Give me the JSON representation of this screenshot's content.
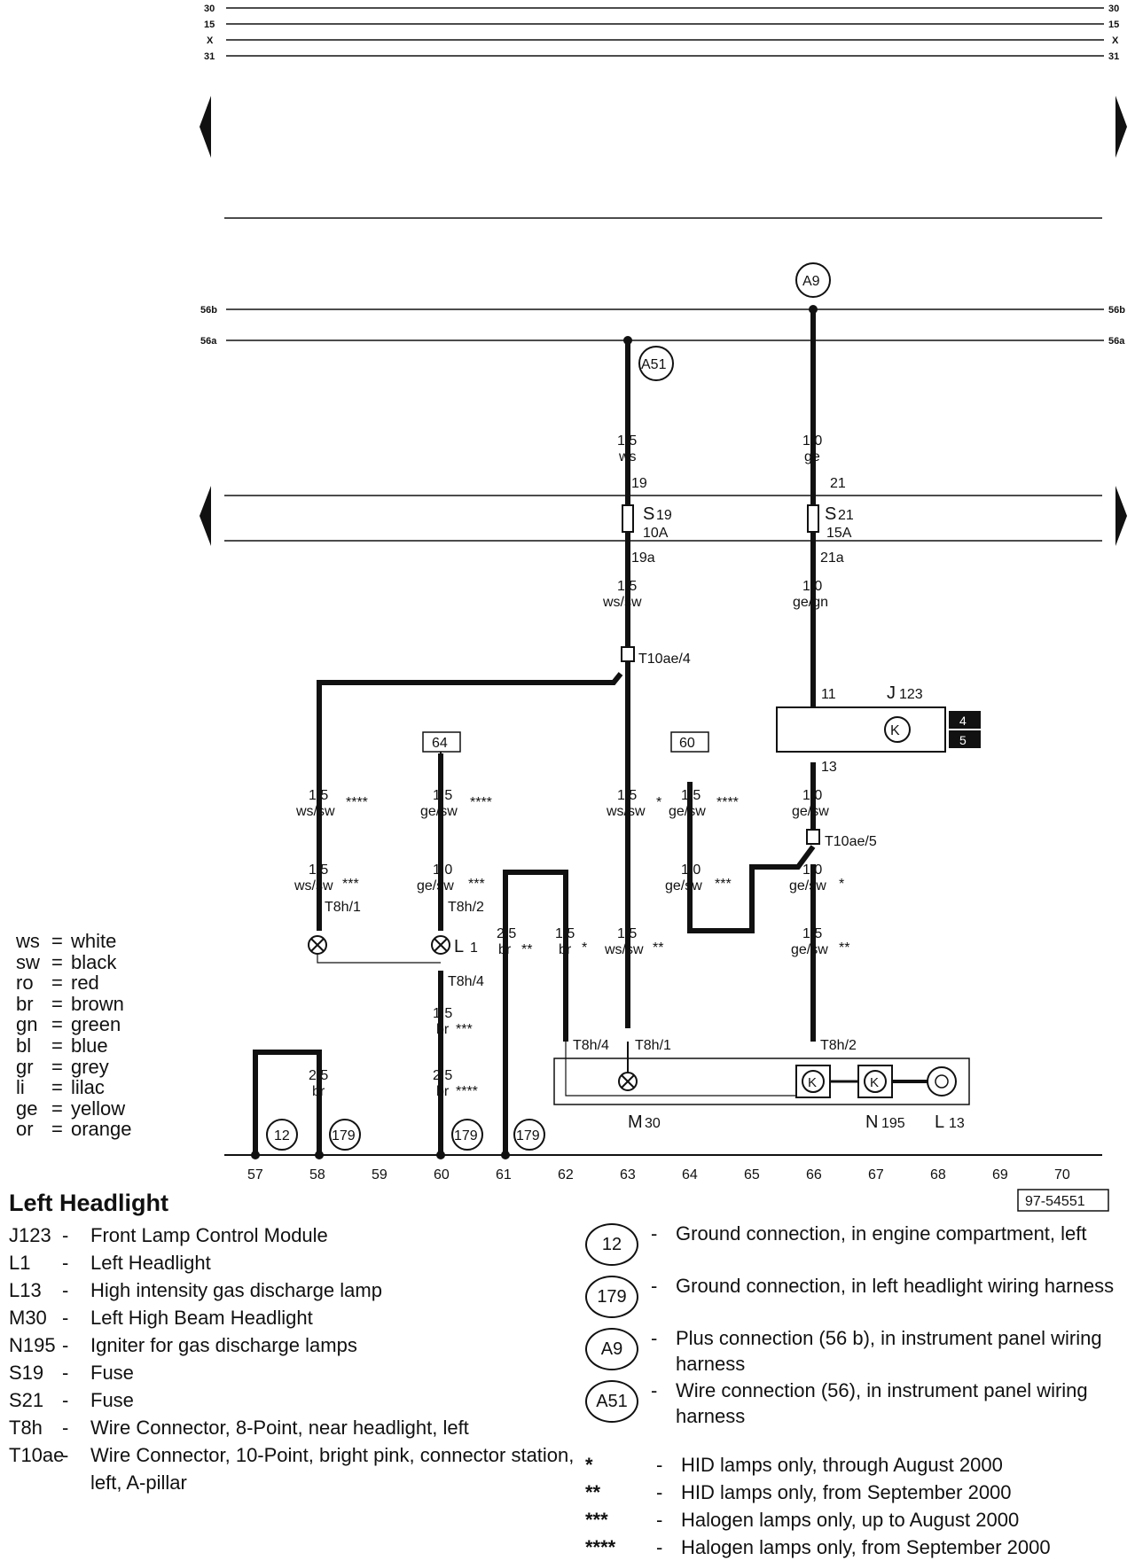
{
  "rails_top": [
    "30",
    "15",
    "X",
    "31"
  ],
  "rails_mid": [
    "56b",
    "56a"
  ],
  "connections": {
    "a9": "A9",
    "a51": "A51"
  },
  "wires": {
    "a51_size": "1,5",
    "a51_color": "ws",
    "a9_size": "1,0",
    "a9_color": "ge",
    "s19_out_size": "1,5",
    "s19_out_color": "ws/sw",
    "s21_out_size": "1,0",
    "s21_out_color": "ge/gn",
    "c58_top_size": "1,5",
    "c58_top_color": "ws/sw",
    "c58_top_star": "****",
    "c58_mid_size": "1,5",
    "c58_mid_color": "ws/sw",
    "c58_mid_star": "***",
    "c60_top_size": "1,5",
    "c60_top_color": "ge/sw",
    "c60_top_star": "****",
    "c60_mid_size": "1,0",
    "c60_mid_color": "ge/sw",
    "c60_mid_star": "***",
    "c60_low_size": "1,5",
    "c60_low_color": "br",
    "c60_low_star": "***",
    "c60_bot_size": "2,5",
    "c60_bot_color": "br",
    "c60_bot_star": "****",
    "c58_bot_size": "2,5",
    "c58_bot_color": "br",
    "c61_size": "2,5",
    "c61_color": "br",
    "c61_star": "**",
    "c62_size": "1,5",
    "c62_color": "br",
    "c62_star": "*",
    "c63_top_size": "1,5",
    "c63_top_color": "ws/sw",
    "c63_top_star": "*",
    "c63_low_size": "1,5",
    "c63_low_color": "ws/sw",
    "c63_low_star": "**",
    "c64_top_size": "1,5",
    "c64_top_color": "ge/sw",
    "c64_top_star": "****",
    "c64_mid_size": "1,0",
    "c64_mid_color": "ge/sw",
    "c64_mid_star": "***",
    "c66_top_size": "1,0",
    "c66_top_color": "ge/sw",
    "c66_mid_size": "1,0",
    "c66_mid_color": "ge/sw",
    "c66_mid_star": "*",
    "c66_low_size": "1,5",
    "c66_low_color": "ge/sw",
    "c66_low_star": "**"
  },
  "pins": {
    "s19_in": "19",
    "s21_in": "21",
    "s19_out": "19a",
    "s21_out": "21a",
    "t10ae4": "T10ae/4",
    "t10ae5": "T10ae/5",
    "j123_in": "11",
    "j123_out": "13",
    "t8h1_left": "T8h/1",
    "t8h2_left": "T8h/2",
    "t8h4_left": "T8h/4",
    "t8h4_right": "T8h/4",
    "t8h1_right": "T8h/1",
    "t8h2_right": "T8h/2"
  },
  "fuses": {
    "s19_code": "S",
    "s19_num": "19",
    "s19_rating": "10A",
    "s21_code": "S",
    "s21_num": "21",
    "s21_rating": "15A"
  },
  "components": {
    "j123": "J",
    "j123_num": "123",
    "l1": "L",
    "l1_num": "1",
    "m30": "M",
    "m30_num": "30",
    "n195": "N",
    "n195_num": "195",
    "l13": "L",
    "l13_num": "13",
    "j123_ref_a": "4",
    "j123_ref_b": "5",
    "ref_64": "64",
    "ref_60": "60"
  },
  "grounds_bottom": [
    "12",
    "179",
    "179",
    "179"
  ],
  "columns": [
    "57",
    "58",
    "59",
    "60",
    "61",
    "62",
    "63",
    "64",
    "65",
    "66",
    "67",
    "68",
    "69",
    "70"
  ],
  "diagram_id": "97-54551",
  "color_legend": [
    {
      "code": "ws",
      "name": "white"
    },
    {
      "code": "sw",
      "name": "black"
    },
    {
      "code": "ro",
      "name": "red"
    },
    {
      "code": "br",
      "name": "brown"
    },
    {
      "code": "gn",
      "name": "green"
    },
    {
      "code": "bl",
      "name": "blue"
    },
    {
      "code": "gr",
      "name": "grey"
    },
    {
      "code": "li",
      "name": "lilac"
    },
    {
      "code": "ge",
      "name": "yellow"
    },
    {
      "code": "or",
      "name": "orange"
    }
  ],
  "title": "Left Headlight",
  "parts": [
    {
      "code": "J123",
      "desc": "Front Lamp Control Module"
    },
    {
      "code": "L1",
      "desc": "Left Headlight"
    },
    {
      "code": "L13",
      "desc": "High intensity gas discharge lamp"
    },
    {
      "code": "M30",
      "desc": "Left High Beam Headlight"
    },
    {
      "code": "N195",
      "desc": "Igniter for gas discharge lamps"
    },
    {
      "code": "S19",
      "desc": "Fuse"
    },
    {
      "code": "S21",
      "desc": "Fuse"
    },
    {
      "code": "T8h",
      "desc": "Wire Connector, 8-Point, near headlight, left"
    },
    {
      "code": "T10ae",
      "desc": "Wire Connector, 10-Point, bright pink, connector station, left, A-pillar"
    }
  ],
  "ground_legend": [
    {
      "sym": "12",
      "desc": "Ground connection, in engine compartment, left"
    },
    {
      "sym": "179",
      "desc": "Ground connection, in left headlight wiring harness"
    },
    {
      "sym": "A9",
      "desc": "Plus connection (56 b), in instrument panel wiring harness"
    },
    {
      "sym": "A51",
      "desc": "Wire connection (56), in instrument panel wiring harness"
    }
  ],
  "star_legend": [
    {
      "stars": "*",
      "desc": "HID lamps only, through August 2000"
    },
    {
      "stars": "**",
      "desc": "HID lamps only, from September 2000"
    },
    {
      "stars": "***",
      "desc": "Halogen lamps only, up to August 2000"
    },
    {
      "stars": "****",
      "desc": "Halogen lamps only, from September 2000"
    }
  ]
}
